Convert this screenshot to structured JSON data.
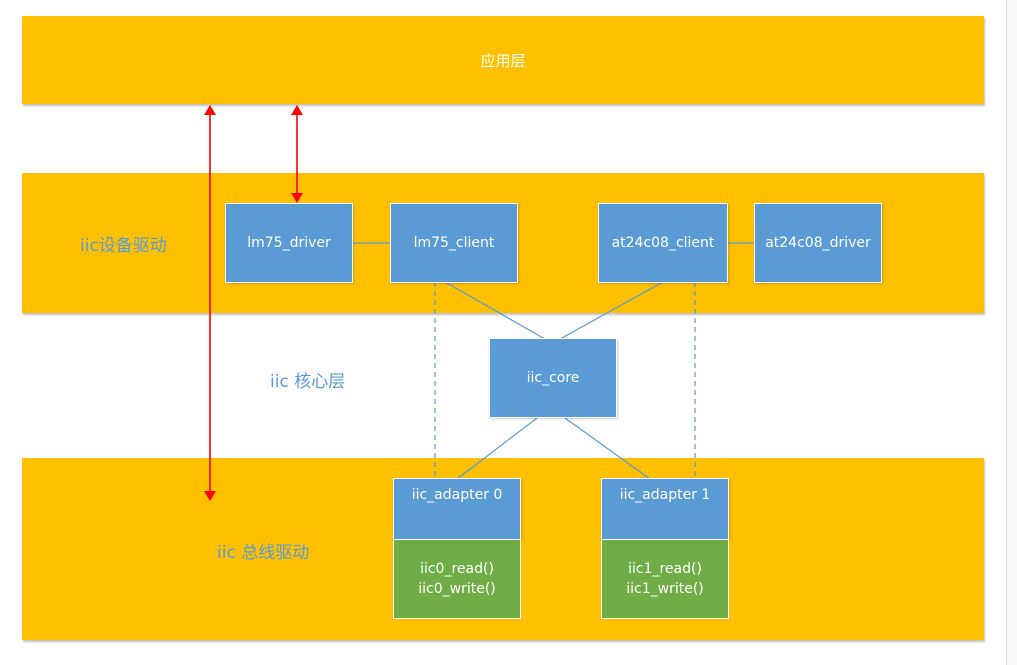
{
  "layers": {
    "application": "应用层",
    "device_driver": "iic设备驱动",
    "core": "iic 核心层",
    "bus_driver": "iic 总线驱动"
  },
  "boxes": {
    "lm75_driver": "lm75_driver",
    "lm75_client": "lm75_client",
    "at24c08_client": "at24c08_client",
    "at24c08_driver": "at24c08_driver",
    "iic_core": "iic_core",
    "iic_adapter0": "iic_adapter 0",
    "iic_adapter1": "iic_adapter 1"
  },
  "functions": {
    "adapter0_read": "iic0_read()",
    "adapter0_write": "iic0_write()",
    "adapter1_read": "iic1_read()",
    "adapter1_write": "iic1_write()"
  },
  "colors": {
    "layer": "#ffc000",
    "box": "#5b9bd5",
    "function_box": "#70ad47",
    "arrow": "#ff0000",
    "label": "#5b9bd5"
  }
}
